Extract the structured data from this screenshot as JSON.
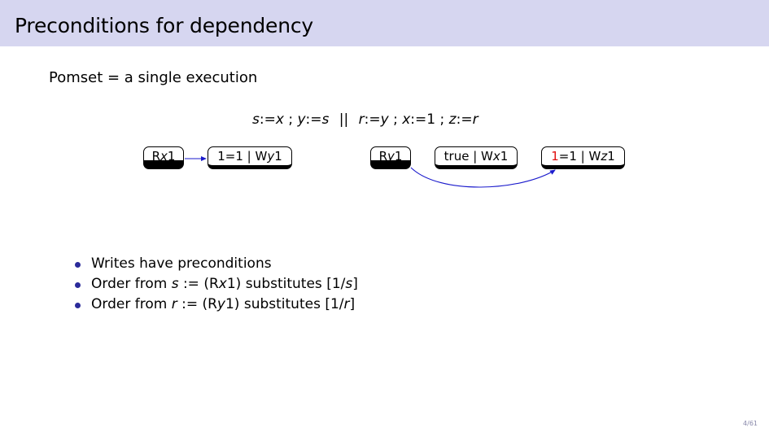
{
  "slide": {
    "title": "Preconditions for dependency",
    "subtitle": "Pomset = a single execution",
    "page_number": "4/61"
  },
  "program": {
    "left": {
      "s1": "s",
      "assign1": ":=",
      "x1": "x",
      "sep1": ";",
      "y1": "y",
      "assign2": ":=",
      "s2": "s"
    },
    "parallel": "||",
    "right": {
      "r1": "r",
      "assign3": ":=",
      "y2": "y",
      "sep2": ";",
      "x2": "x",
      "assign4": ":=",
      "one": "1",
      "sep3": ";",
      "z1": "z",
      "assign5": ":=",
      "r2": "r"
    }
  },
  "pomset": {
    "nodes": [
      {
        "id": "n1",
        "prefix": "R",
        "var": "x",
        "val": "1"
      },
      {
        "id": "n2",
        "pre": "1=1 | W",
        "var": "y",
        "val": "1"
      },
      {
        "id": "n3",
        "prefix": "R",
        "var": "y",
        "val": "1"
      },
      {
        "id": "n4",
        "pre": "true | W",
        "var": "x",
        "val": "1"
      },
      {
        "id": "n5",
        "pre_red": "1",
        "pre_rest": "=1 | W",
        "var": "z",
        "val": "1"
      }
    ],
    "edges": [
      {
        "from": "n1",
        "to": "n2"
      },
      {
        "from": "n3",
        "to": "n5"
      }
    ],
    "colors": {
      "edge": "#1a1acc",
      "highlight": "#e01010",
      "title_bar": "#d6d6f0",
      "bullet": "#2b2b9a"
    }
  },
  "bullets": [
    {
      "text": "Writes have preconditions"
    },
    {
      "before": "Order from ",
      "var": "s",
      "mid": " := (R",
      "var2": "x",
      "after": "1) substitutes [1/",
      "var3": "s",
      "end": "]"
    },
    {
      "before": "Order from ",
      "var": "r",
      "mid": " := (R",
      "var2": "y",
      "after": "1) substitutes [1/",
      "var3": "r",
      "end": "]"
    }
  ]
}
